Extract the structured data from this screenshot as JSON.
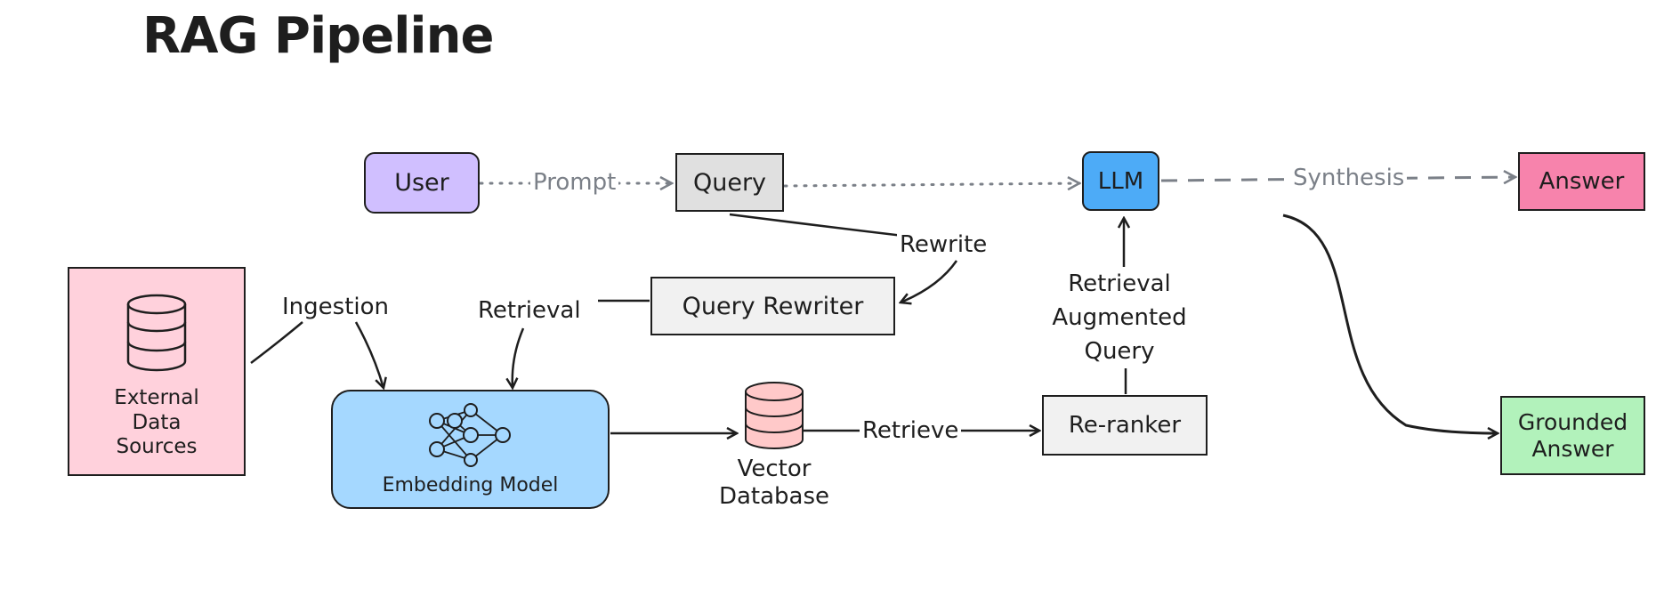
{
  "title": "RAG Pipeline",
  "nodes": {
    "user": "User",
    "query": "Query",
    "llm": "LLM",
    "answer": "Answer",
    "external": [
      "External",
      "Data",
      "Sources"
    ],
    "query_rewriter": "Query Rewriter",
    "embedding_model": "Embedding Model",
    "vector_db": [
      "Vector",
      "Database"
    ],
    "reranker": "Re-ranker",
    "grounded": [
      "Grounded",
      "Answer"
    ]
  },
  "edges": {
    "prompt": "Prompt",
    "synthesis": "Synthesis",
    "rewrite": "Rewrite",
    "ingestion": "Ingestion",
    "retrieval": "Retrieval",
    "retrieve": "Retrieve",
    "augmented": [
      "Retrieval",
      "Augmented",
      "Query"
    ]
  },
  "colors": {
    "user": "#d0bfff",
    "query": "#e0e0e0",
    "llm": "#4dabf7",
    "answer": "#f783ac",
    "external": "#ffd1dc",
    "query_rewriter": "#f1f1f1",
    "embedding_model": "#a5d8ff",
    "vector_db": "#ffc9c9",
    "reranker": "#f1f1f1",
    "grounded": "#b2f2bb"
  }
}
